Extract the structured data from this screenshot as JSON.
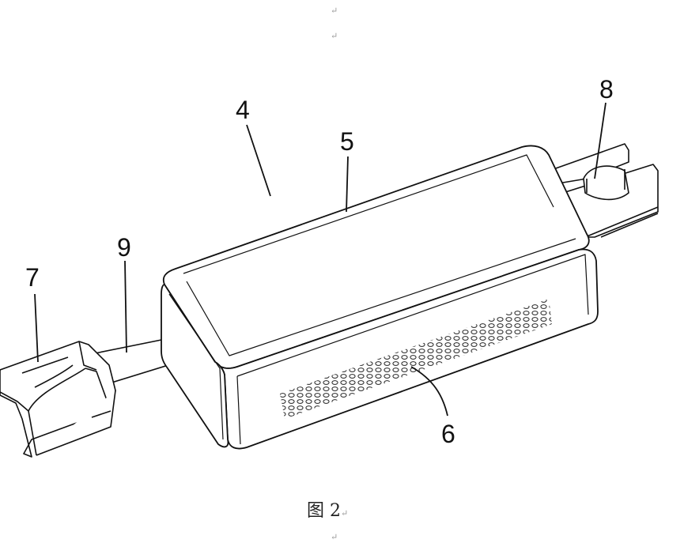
{
  "paragraph_mark": "↵",
  "callouts": {
    "c4": "4",
    "c5": "5",
    "c6": "6",
    "c7": "7",
    "c8": "8",
    "c9": "9"
  },
  "caption": {
    "text": "图 2",
    "mark": "↵"
  }
}
